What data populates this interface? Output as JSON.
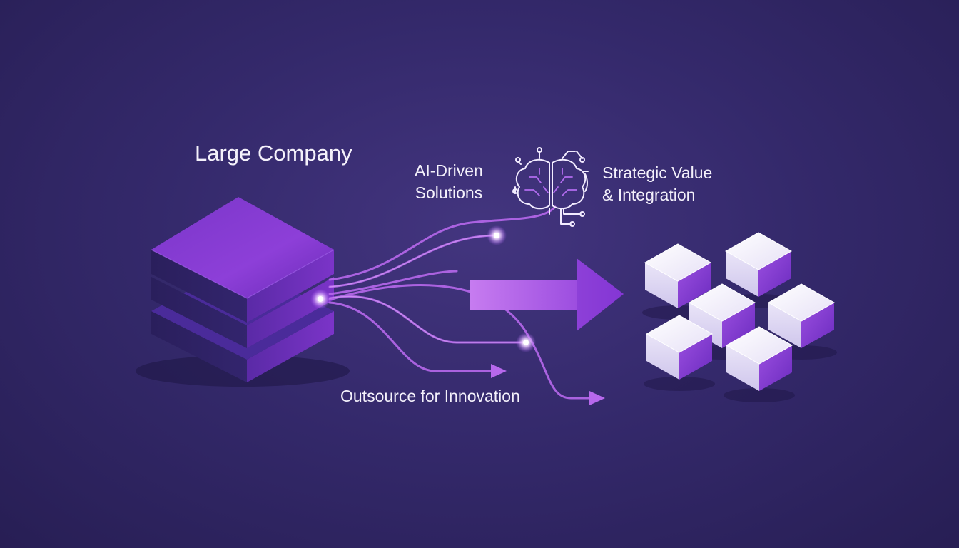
{
  "labels": {
    "large_company": "Large Company",
    "ai_driven_line1": "AI-Driven",
    "ai_driven_line2": "Solutions",
    "strategic_line1": "Strategic Value",
    "strategic_line2": "& Integration",
    "outsource": "Outsource for Innovation"
  },
  "icons": {
    "brain": "brain-circuit-icon",
    "arrow": "right-arrow-icon",
    "company": "stacked-layers-icon",
    "modules": "cube-cluster-icon"
  },
  "colors": {
    "background": "#34296b",
    "accent_purple": "#8b3fd6",
    "light_purple": "#c77dff",
    "cube_white": "#f1eefb"
  }
}
